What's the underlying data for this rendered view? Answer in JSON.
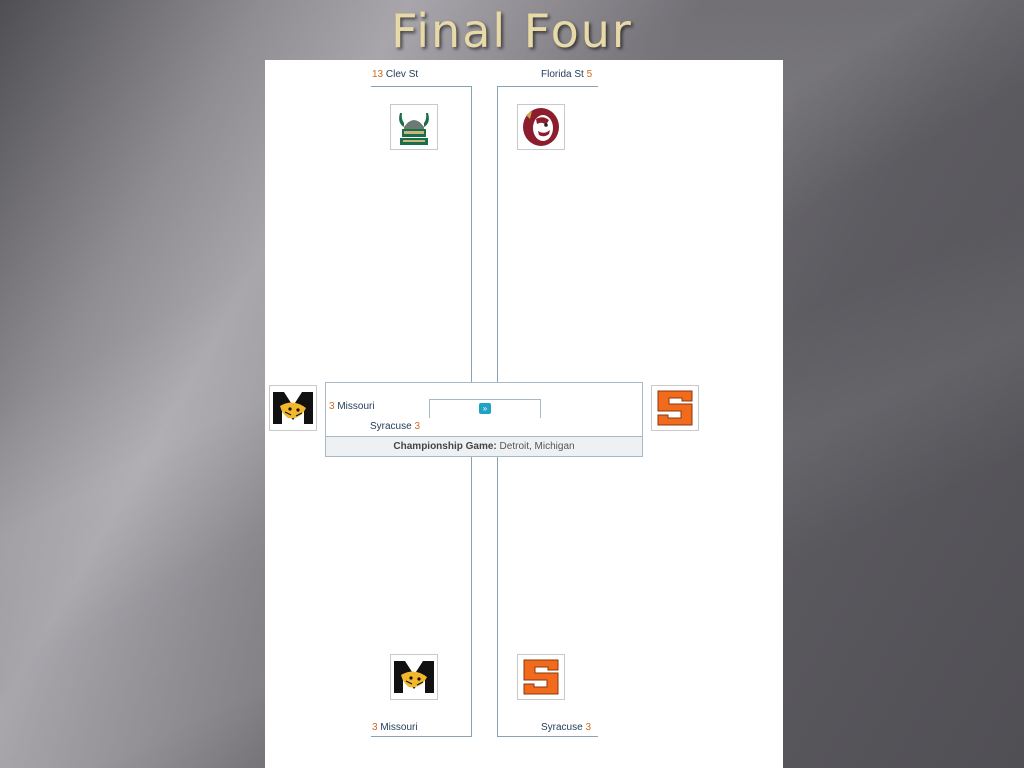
{
  "slide": {
    "title": "Final Four"
  },
  "bracket": {
    "top_left": {
      "seed": "13",
      "name": "Clev  St",
      "logo": "cleveland-state-viking-logo"
    },
    "top_right": {
      "seed": "5",
      "name": "Florida St",
      "logo": "florida-state-seminole-logo"
    },
    "bottom_left": {
      "seed": "3",
      "name": "Missouri",
      "logo": "missouri-tiger-logo"
    },
    "bottom_right": {
      "seed": "3",
      "name": "Syracuse",
      "logo": "syracuse-s-logo"
    },
    "championship": {
      "left_team": {
        "seed": "3",
        "name": "Missouri"
      },
      "right_team": {
        "seed": "3",
        "name": "Syracuse"
      },
      "label": "Championship Game:",
      "location": "Detroit, Michigan",
      "preview_icon": "play-forward-icon",
      "preview_glyph": "»"
    }
  },
  "colors": {
    "seed": "#d2691e",
    "bracket_line": "#8aa3b3",
    "title": "#e8d9a8",
    "syracuse_orange": "#f26b1d",
    "missouri_gold": "#f1b82d",
    "cleveland_green": "#1b6e4a",
    "fsu_garnet": "#8c1d2c"
  }
}
